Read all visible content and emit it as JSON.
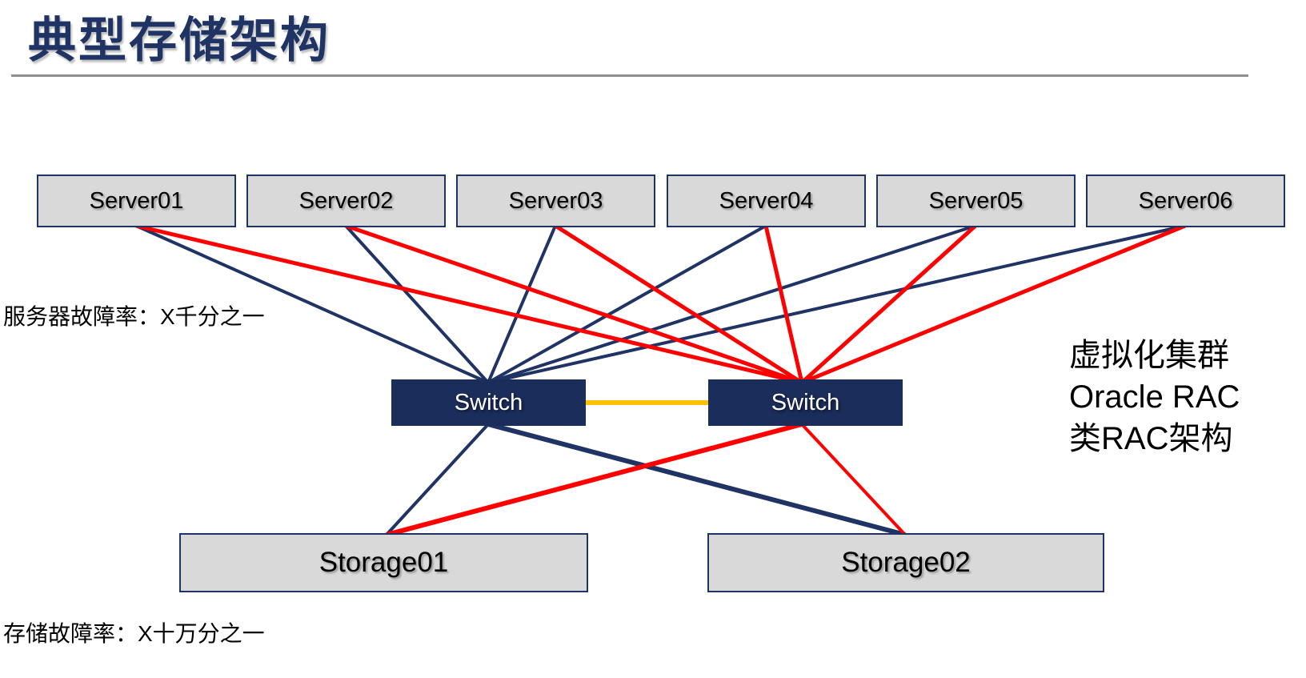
{
  "title": "典型存储架构",
  "nodes": {
    "servers": [
      "Server01",
      "Server02",
      "Server03",
      "Server04",
      "Server05",
      "Server06"
    ],
    "switches": [
      "Switch",
      "Switch"
    ],
    "storages": [
      "Storage01",
      "Storage02"
    ]
  },
  "annotations": {
    "server_failure_rate": "服务器故障率：X千分之一",
    "storage_failure_rate": "存储故障率：X十万分之一",
    "cluster_note": [
      "虚拟化集群",
      "Oracle RAC",
      "类RAC架构"
    ]
  },
  "edges": [
    {
      "from": "Server01",
      "to": "Switch-A",
      "color": "navy"
    },
    {
      "from": "Server02",
      "to": "Switch-A",
      "color": "navy"
    },
    {
      "from": "Server03",
      "to": "Switch-A",
      "color": "navy"
    },
    {
      "from": "Server04",
      "to": "Switch-A",
      "color": "navy"
    },
    {
      "from": "Server05",
      "to": "Switch-A",
      "color": "navy"
    },
    {
      "from": "Server06",
      "to": "Switch-A",
      "color": "navy"
    },
    {
      "from": "Server01",
      "to": "Switch-B",
      "color": "red"
    },
    {
      "from": "Server02",
      "to": "Switch-B",
      "color": "red"
    },
    {
      "from": "Server03",
      "to": "Switch-B",
      "color": "red"
    },
    {
      "from": "Server04",
      "to": "Switch-B",
      "color": "red"
    },
    {
      "from": "Server05",
      "to": "Switch-B",
      "color": "red"
    },
    {
      "from": "Server06",
      "to": "Switch-B",
      "color": "red"
    },
    {
      "from": "Switch-A",
      "to": "Switch-B",
      "color": "yellow"
    },
    {
      "from": "Switch-A",
      "to": "Storage01",
      "color": "navy"
    },
    {
      "from": "Switch-A",
      "to": "Storage02",
      "color": "navy"
    },
    {
      "from": "Switch-B",
      "to": "Storage01",
      "color": "red"
    },
    {
      "from": "Switch-B",
      "to": "Storage02",
      "color": "red"
    }
  ],
  "colors": {
    "navy": "#1f3364",
    "switch_fill": "#1b2d5a",
    "box_fill": "#d9d9d9",
    "red": "#fe0000",
    "yellow": "#ffc000",
    "divider_gray": "#8f8f8f"
  }
}
